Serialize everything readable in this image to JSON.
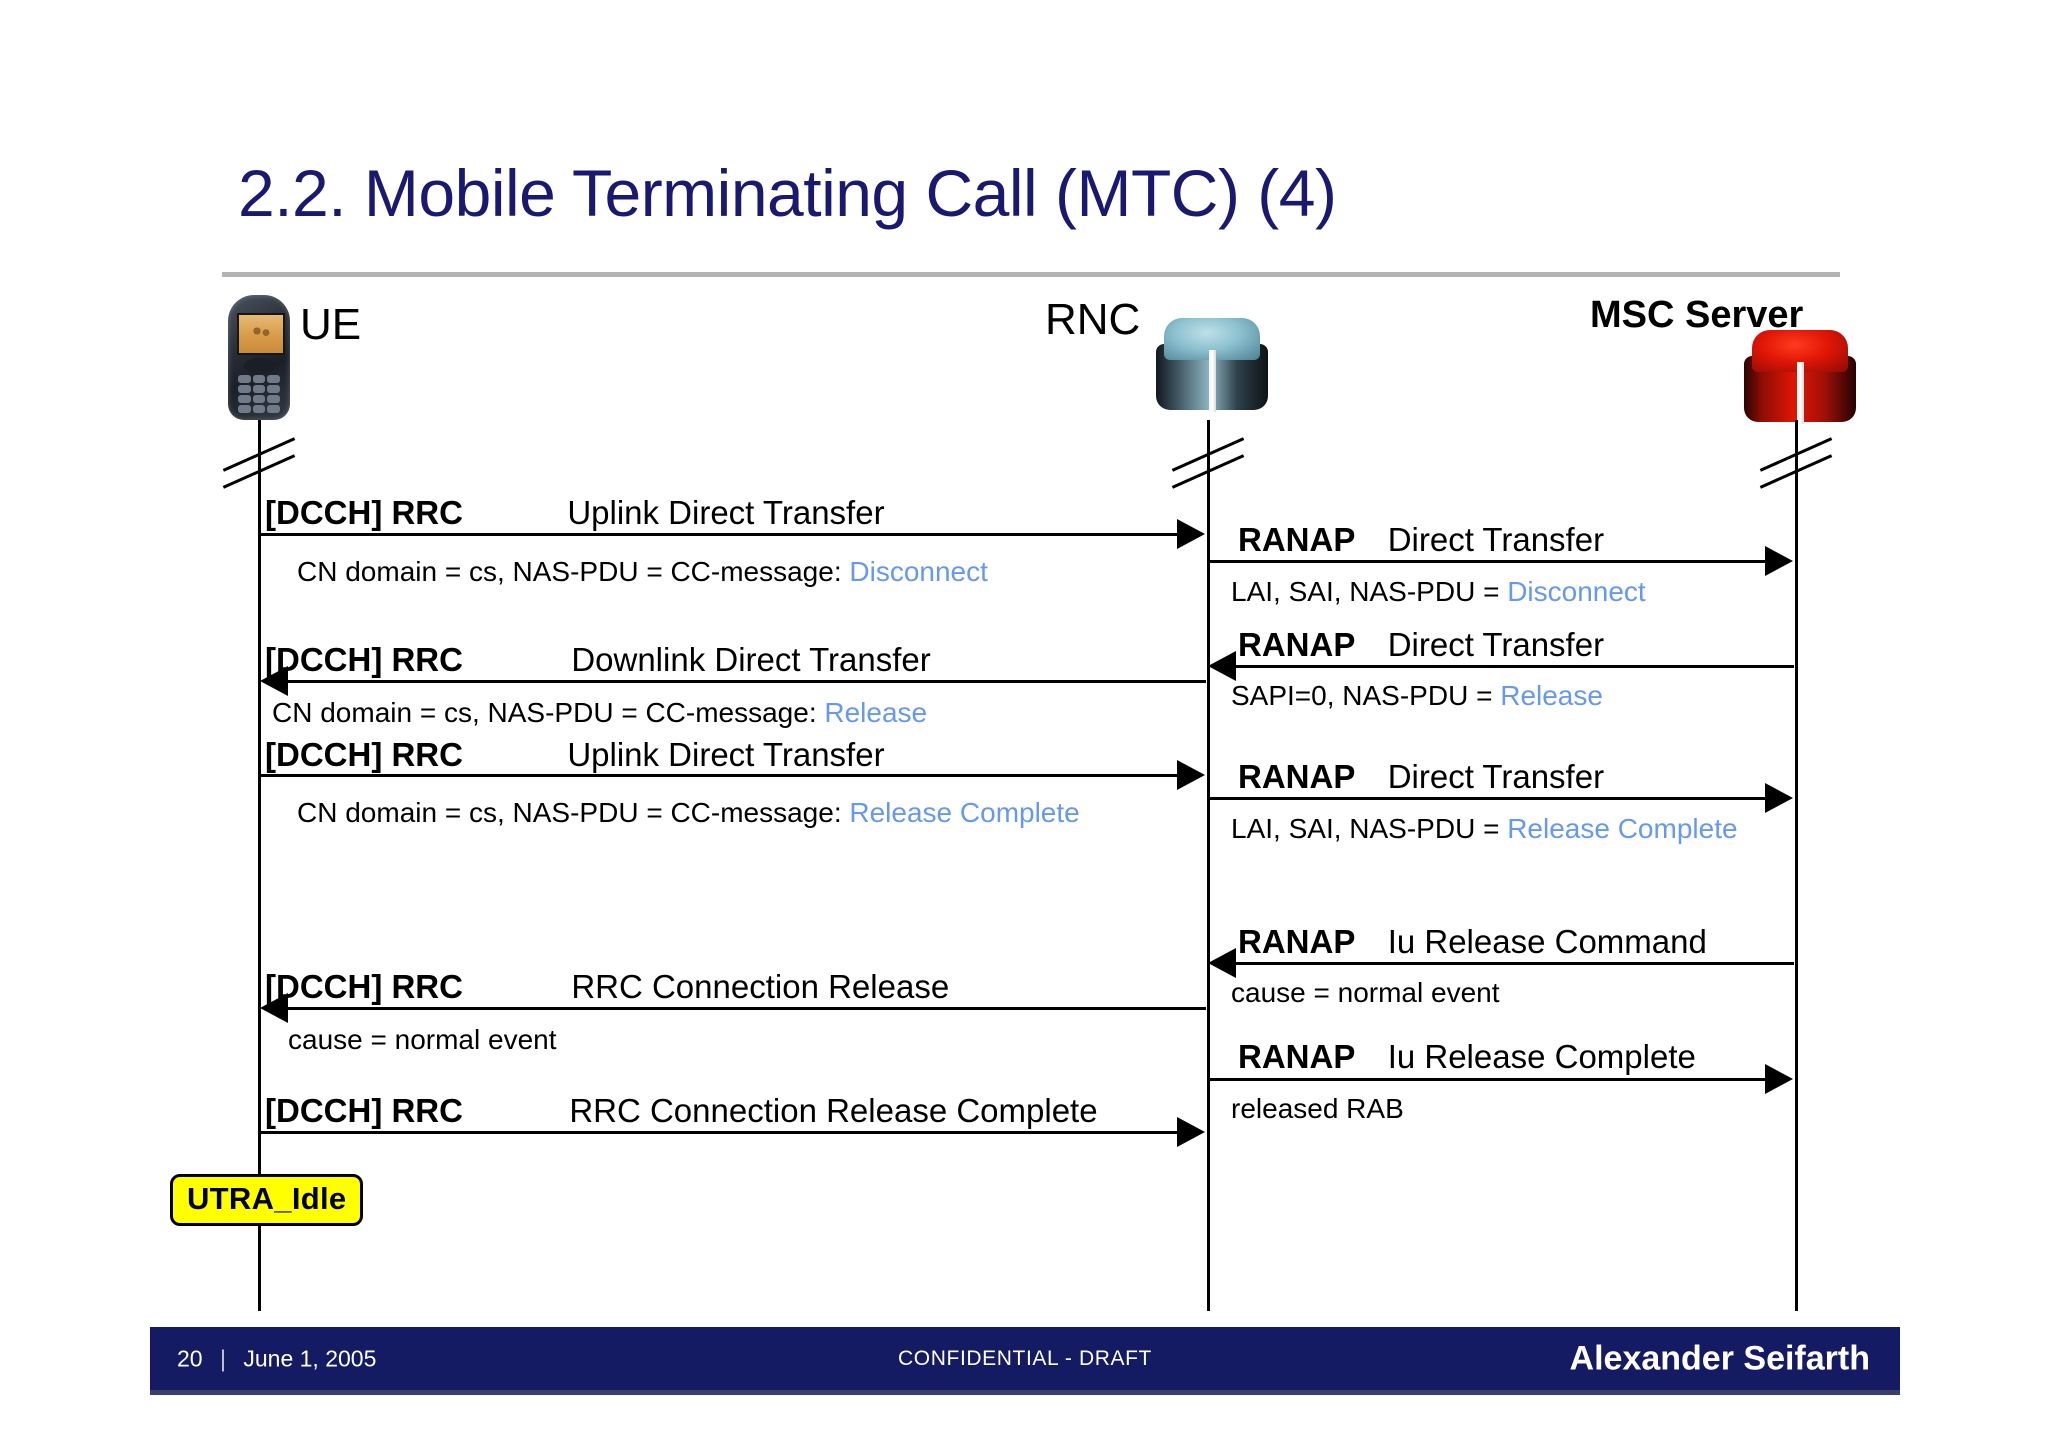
{
  "slide": {
    "title": "2.2. Mobile Terminating Call (MTC) (4)"
  },
  "nodes": [
    {
      "id": "ue",
      "label": "UE",
      "icon": "mobile-phone-icon"
    },
    {
      "id": "rnc",
      "label": "RNC",
      "icon": "cube-icon-blue"
    },
    {
      "id": "msc",
      "label": "MSC Server",
      "icon": "cube-icon-red"
    }
  ],
  "messages": [
    {
      "id": "m1",
      "lane": "ue-rnc",
      "direction": "right",
      "protocol": "[DCCH] RRC",
      "name": "Uplink Direct Transfer",
      "params_prefix": "CN domain = cs, NAS-PDU = CC-message: ",
      "params_highlight": "Disconnect"
    },
    {
      "id": "m2",
      "lane": "rnc-msc",
      "direction": "right",
      "protocol": "RANAP",
      "name": "Direct Transfer",
      "params_prefix": "LAI, SAI, NAS-PDU = ",
      "params_highlight": "Disconnect"
    },
    {
      "id": "m3",
      "lane": "ue-rnc",
      "direction": "left",
      "protocol": "[DCCH] RRC",
      "name": "Downlink Direct Transfer",
      "params_prefix": "CN domain = cs, NAS-PDU = CC-message: ",
      "params_highlight": "Release"
    },
    {
      "id": "m4",
      "lane": "rnc-msc",
      "direction": "left",
      "protocol": "RANAP",
      "name": "Direct Transfer",
      "params_prefix": "SAPI=0, NAS-PDU = ",
      "params_highlight": "Release"
    },
    {
      "id": "m5",
      "lane": "ue-rnc",
      "direction": "right",
      "protocol": "[DCCH] RRC",
      "name": "Uplink Direct Transfer",
      "params_prefix": "CN domain = cs, NAS-PDU = CC-message: ",
      "params_highlight": "Release Complete"
    },
    {
      "id": "m6",
      "lane": "rnc-msc",
      "direction": "right",
      "protocol": "RANAP",
      "name": "Direct Transfer",
      "params_prefix": "LAI, SAI, NAS-PDU = ",
      "params_highlight": "Release Complete"
    },
    {
      "id": "m7",
      "lane": "rnc-msc",
      "direction": "left",
      "protocol": "RANAP",
      "name": "Iu Release Command",
      "params_prefix": "cause = normal event",
      "params_highlight": ""
    },
    {
      "id": "m8",
      "lane": "ue-rnc",
      "direction": "left",
      "protocol": "[DCCH] RRC",
      "name": "RRC Connection Release",
      "params_prefix": "cause = normal event",
      "params_highlight": ""
    },
    {
      "id": "m9",
      "lane": "rnc-msc",
      "direction": "right",
      "protocol": "RANAP",
      "name": "Iu Release Complete",
      "params_prefix": "released RAB",
      "params_highlight": ""
    },
    {
      "id": "m10",
      "lane": "ue-rnc",
      "direction": "right",
      "protocol": "[DCCH] RRC",
      "name": "RRC Connection Release Complete",
      "params_prefix": "",
      "params_highlight": ""
    }
  ],
  "state_badge": {
    "label": "UTRA_Idle"
  },
  "footer": {
    "page": "20",
    "date": "June 1, 2005",
    "classification": "CONFIDENTIAL - DRAFT",
    "author": "Alexander Seifarth"
  },
  "colors": {
    "title": "#191970",
    "footer_bg": "#141b63",
    "highlight": "#6699ee",
    "badge_bg": "#ffff00"
  }
}
